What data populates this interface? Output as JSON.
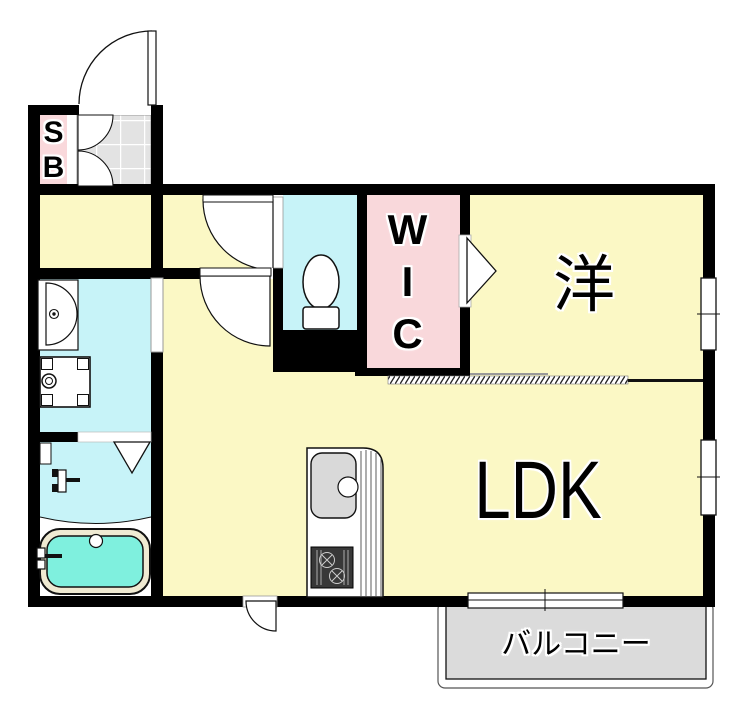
{
  "plan": {
    "type": "apartment-floor-plan",
    "rooms": {
      "shoe_box": {
        "label": "SB",
        "fill": "#F9D8DB"
      },
      "wic": {
        "label": "WIC",
        "fill": "#F9D8DB"
      },
      "western_room": {
        "label": "洋",
        "fill": "#FBF8C5"
      },
      "ldk": {
        "label": "LDK",
        "fill": "#FBF8C5"
      },
      "hall": {
        "fill": "#FBF8C5"
      },
      "toilet_room": {
        "fill": "#C7F3F8"
      },
      "washroom": {
        "fill": "#C7F3F8"
      },
      "bathroom": {
        "fill": "#C7F3F8"
      },
      "balcony": {
        "label": "バルコニー",
        "fill": "#DBDBDB"
      },
      "entrance": {
        "tile_fill": "#E3E3E3"
      }
    },
    "colors": {
      "wall": "#000000",
      "tub_water": "#7FF0DE",
      "tub_rim": "#EFEAD2",
      "sink": "#D9D9D9",
      "stove": "#383838",
      "background": "#FFFFFF"
    },
    "icons": [
      "entrance-door-icon",
      "shoe-box-doors-icon",
      "toilet-icon",
      "washbasin-icon",
      "washing-machine-icon",
      "bathtub-icon",
      "shower-mixer-icon",
      "kitchen-sink-icon",
      "stove-icon",
      "window-icon",
      "sliding-door-icon",
      "folding-door-icon"
    ]
  }
}
